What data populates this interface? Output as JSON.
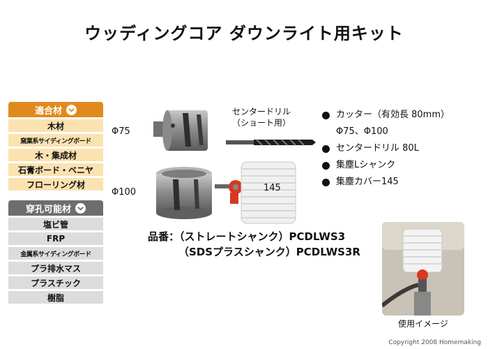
{
  "title": "ウッディングコア ダウンライト用キット",
  "suitable": {
    "header": "適合材",
    "items": [
      "木材",
      "窯業系サイディングボード",
      "木・集成材",
      "石膏ボード・ベニヤ",
      "フローリング材"
    ]
  },
  "drillable": {
    "header": "穿孔可能材",
    "items": [
      "塩ビ管",
      "FRP",
      "金属系サイディングボード",
      "プラ排水マス",
      "プラスチック",
      "樹脂"
    ]
  },
  "labels": {
    "size75": "Φ75",
    "size100": "Φ100",
    "drill_line1": "センタードリル",
    "drill_line2": "（ショート用）",
    "cover_size": "145"
  },
  "specs": {
    "cutter": "カッター（有効長 80mm）",
    "cutter_sizes": "Φ75、Φ100",
    "center_drill": "センタードリル 80L",
    "shank": "集塵Lシャンク",
    "cover": "集塵カバー145"
  },
  "part_numbers": {
    "line1": "品番：（ストレートシャンク）PCDLWS3",
    "line2": "（SDSプラスシャンク）PCDLWS3R"
  },
  "photo_caption": "使用イメージ",
  "copyright": "Copyright 2008 Homemaking",
  "colors": {
    "suitable_header": "#e08a1e",
    "suitable_cell": "#fbe2b0",
    "drillable_header": "#6d6d6d",
    "drillable_cell": "#dcdcdc"
  }
}
